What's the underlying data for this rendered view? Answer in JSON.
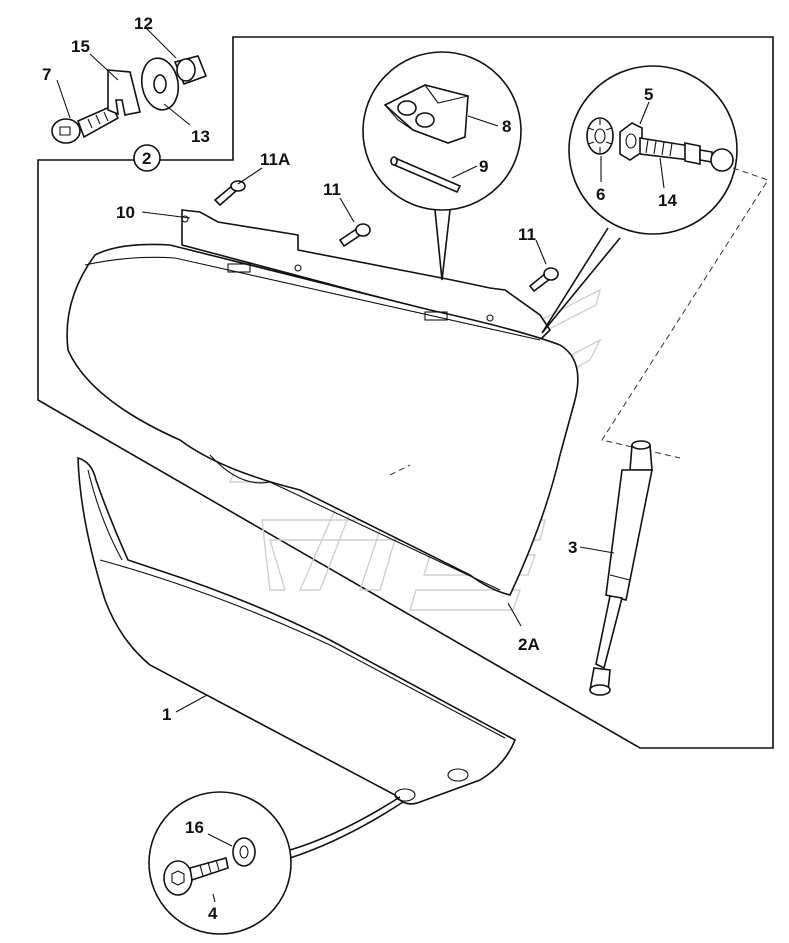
{
  "labels": {
    "l1": "1",
    "l2": "2",
    "l2a": "2A",
    "l3": "3",
    "l4": "4",
    "l5": "5",
    "l6": "6",
    "l7": "7",
    "l8": "8",
    "l9": "9",
    "l10": "10",
    "l11a": "11",
    "l11b": "11",
    "l11A": "11A",
    "l12": "12",
    "l13": "13",
    "l14": "14",
    "l15": "15",
    "l16": "16"
  },
  "colors": {
    "line": "#111111",
    "watermark": "#cfcfcf",
    "background": "#ffffff"
  }
}
